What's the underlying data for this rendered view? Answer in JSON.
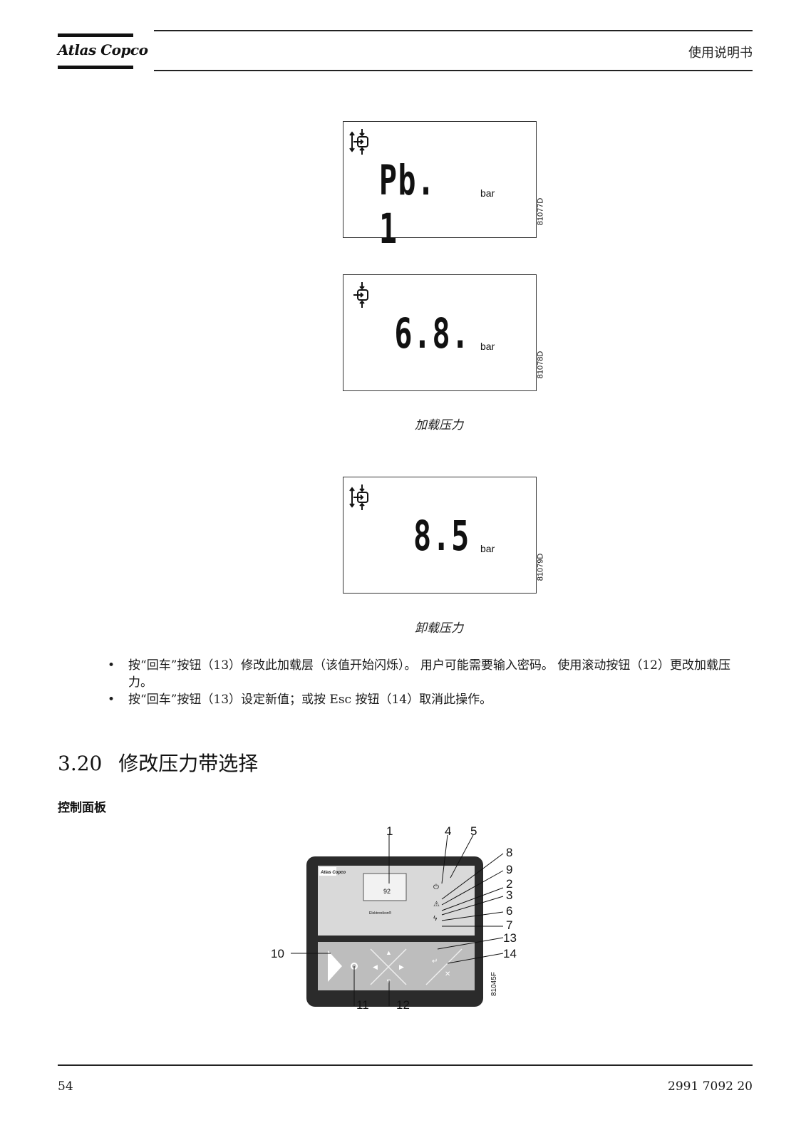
{
  "header": {
    "logo_text": "Atlas Copco",
    "doc_title": "使用说明书"
  },
  "figures": [
    {
      "value": "Pb. 1",
      "unit": "bar",
      "code": "81077D",
      "symbol": "pressure-band-icon"
    },
    {
      "value": "6.8.",
      "unit": "bar",
      "code": "81078D",
      "symbol": "loading-pressure-icon"
    },
    {
      "value": "8.5",
      "unit": "bar",
      "code": "81079D",
      "symbol": "pressure-band-icon"
    }
  ],
  "captions": {
    "loading": "加载压力",
    "unloading": "卸载压力"
  },
  "bullets": [
    "按“回车”按钮（13）修改此加载层（该值开始闪烁）。 用户可能需要输入密码。 使用滚动按钮（12）更改加载压力。",
    "按“回车”按钮（13）设定新值；或按 Esc 按钮（14）取消此操作。"
  ],
  "section": {
    "number": "3.20",
    "title": "修改压力带选择"
  },
  "subheading": "控制面板",
  "control_panel": {
    "figure_code": "81045F",
    "callouts": [
      "1",
      "4",
      "5",
      "8",
      "9",
      "2",
      "3",
      "6",
      "7",
      "13",
      "14",
      "10",
      "11",
      "12"
    ],
    "display_reading": "92",
    "model_label": "Elektronikon®",
    "logo_text": "Atlas Copco"
  },
  "footer": {
    "page_number": "54",
    "doc_number": "2991 7092 20"
  }
}
